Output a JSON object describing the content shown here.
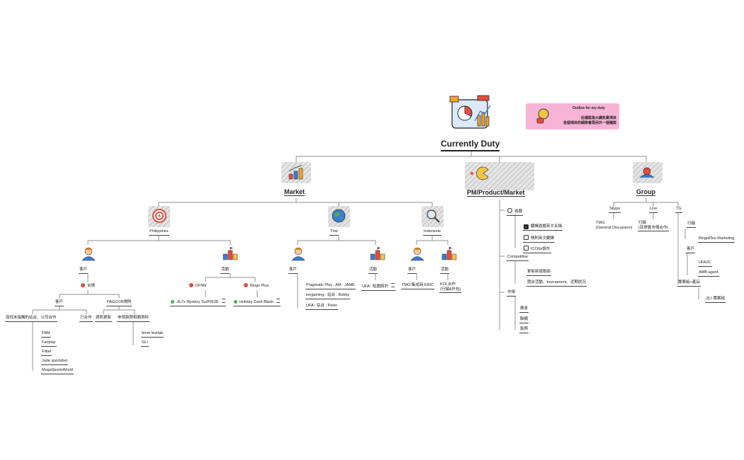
{
  "root": {
    "title": "Currently Duty",
    "pink_title": "Outline for my duty",
    "pink_line1": "此檔案為大綱負責項目",
    "pink_line2": "各個項目的細節會再另外一個檔案"
  },
  "market": {
    "label": "Market",
    "philippines": {
      "label": "Philippines",
      "client": "客戶",
      "cooperation": "合規",
      "client2": "客戶",
      "pagcor": "PAGCOR規則",
      "find": "尋找未接觸的站台、公司合作",
      "partners": [
        "FBM",
        "Fairplay",
        "Filbet",
        "Jade sportsbet",
        "MegaSportsWorld"
      ],
      "done": "已合作",
      "update": "資訊更新",
      "apply": "申請執照相關資料",
      "apply_items": [
        "bmm testlab",
        "GLI"
      ],
      "event": "活動",
      "dfnn": "DFNN",
      "bingo": "Bingo Plus",
      "dfnn_item": "JILI's Mystery SurPRIZE",
      "bingo_item": "Holiday Cash Blash"
    },
    "thai": {
      "label": "Thai",
      "client": "客戶",
      "clients": [
        "Pragmatic Play : AM : JAME",
        "iongaming : 站台 : Bobby",
        "UFA : 站台 : Peter"
      ],
      "event": "活動",
      "event_item": "UFA : 貼圖設計"
    },
    "indonesia": {
      "label": "Indonesia",
      "client": "客戶",
      "client_item": "TMG:集成商 ERIC",
      "event": "活動",
      "event_item1": "KOL合作",
      "event_item2": "(行銷&外包)"
    }
  },
  "pm": {
    "label": "PM/Product/Market",
    "game": "遊戲",
    "game_items": [
      "翻譯遊戲英文名稱",
      "規則英文翻譯",
      "ICONs設計"
    ],
    "competitive": "Competitive",
    "comp_items": [
      "更新新遊戲商",
      "競台活動、tournament、近期狀況"
    ],
    "market": "市場",
    "market_items": [
      "展會",
      "聯網",
      "執照"
    ]
  },
  "group": {
    "label": "Group",
    "skype": "Skype",
    "line": "Line",
    "tg": "TG",
    "tmg1": "TMG",
    "tmg2": "(General Discussion)",
    "line_item1": "行銷",
    "line_item2": "(菲律賓市場合作)",
    "tg_marketing": "行銷",
    "bingoplus_marketing": "BingoPlus Marketing",
    "tg_client": "客戶",
    "tg_clients": [
      "UFA2C",
      "AMB-agent"
    ],
    "tg_project": "專案組+產品",
    "jili_project": "JILI 專案組"
  }
}
